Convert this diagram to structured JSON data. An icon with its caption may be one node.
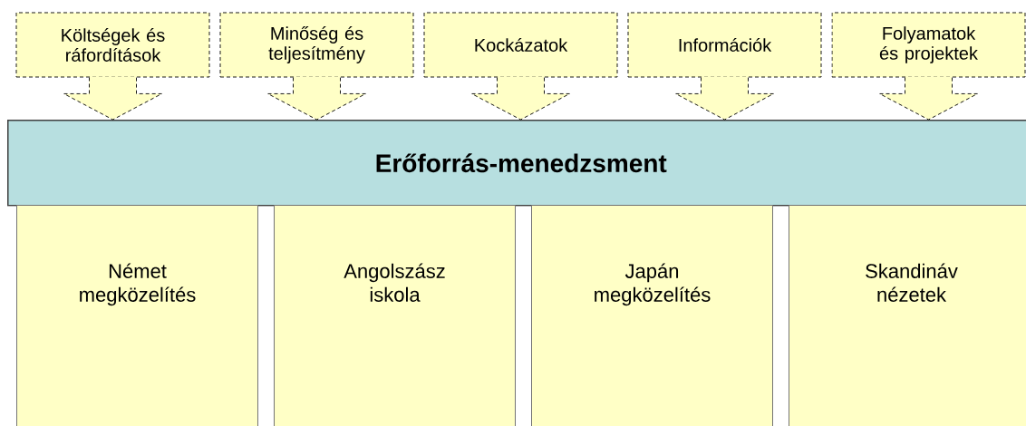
{
  "diagram": {
    "nodes": [
      {
        "text": [
          "Költségek és ráfordítások"
        ]
      },
      {
        "text": [
          "Minőség és teljesítmény"
        ]
      },
      {
        "text": [
          "Kockázatok"
        ]
      },
      {
        "text": [
          "Információk"
        ]
      },
      {
        "text": [
          "Folyamatok és projektek"
        ]
      },
      {
        "text": [
          "Erőforrás-menedzsment"
        ]
      },
      {
        "text": [
          "Német megközelítés"
        ]
      },
      {
        "text": [
          "Angolszász iskola"
        ]
      },
      {
        "text": [
          "Japán megközelítés"
        ]
      },
      {
        "text": [
          "Skandináv nézetek"
        ]
      }
    ],
    "edges": [
      {
        "from": 0,
        "to": 5,
        "arrow": "to",
        "style": "dashed"
      },
      {
        "from": 1,
        "to": 5,
        "arrow": "to",
        "style": "dashed"
      },
      {
        "from": 2,
        "to": 5,
        "arrow": "to",
        "style": "dashed"
      },
      {
        "from": 3,
        "to": 5,
        "arrow": "to",
        "style": "dashed"
      },
      {
        "from": 4,
        "to": 5,
        "arrow": "to",
        "style": "dashed"
      }
    ]
  }
}
